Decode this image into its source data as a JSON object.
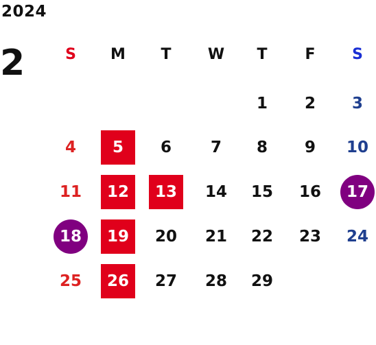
{
  "header": {
    "year": "2024",
    "month": "2"
  },
  "colors": {
    "sunday": "#dd2222",
    "saturday": "#1f3f8f",
    "saturday_header": "#1a2fd4",
    "square_highlight": "#e0001b",
    "circle_highlight": "#800080"
  },
  "weekdays": [
    {
      "label": "S",
      "color": "#e0001b"
    },
    {
      "label": "M",
      "color": "#111111"
    },
    {
      "label": "T",
      "color": "#111111"
    },
    {
      "label": "W",
      "color": "#111111"
    },
    {
      "label": "T",
      "color": "#111111"
    },
    {
      "label": "F",
      "color": "#111111"
    },
    {
      "label": "S",
      "color": "#1a2fd4"
    }
  ],
  "weeks": [
    [
      {
        "day": ""
      },
      {
        "day": ""
      },
      {
        "day": ""
      },
      {
        "day": ""
      },
      {
        "day": "1"
      },
      {
        "day": "2"
      },
      {
        "day": "3"
      }
    ],
    [
      {
        "day": "4"
      },
      {
        "day": "5",
        "highlight": "square"
      },
      {
        "day": "6"
      },
      {
        "day": "7"
      },
      {
        "day": "8"
      },
      {
        "day": "9"
      },
      {
        "day": "10"
      }
    ],
    [
      {
        "day": "11"
      },
      {
        "day": "12",
        "highlight": "square"
      },
      {
        "day": "13",
        "highlight": "square"
      },
      {
        "day": "14"
      },
      {
        "day": "15"
      },
      {
        "day": "16"
      },
      {
        "day": "17",
        "highlight": "circle"
      }
    ],
    [
      {
        "day": "18",
        "highlight": "circle"
      },
      {
        "day": "19",
        "highlight": "square"
      },
      {
        "day": "20"
      },
      {
        "day": "21"
      },
      {
        "day": "22"
      },
      {
        "day": "23"
      },
      {
        "day": "24"
      }
    ],
    [
      {
        "day": "25"
      },
      {
        "day": "26",
        "highlight": "square"
      },
      {
        "day": "27"
      },
      {
        "day": "28"
      },
      {
        "day": "29"
      },
      {
        "day": ""
      },
      {
        "day": ""
      }
    ]
  ]
}
